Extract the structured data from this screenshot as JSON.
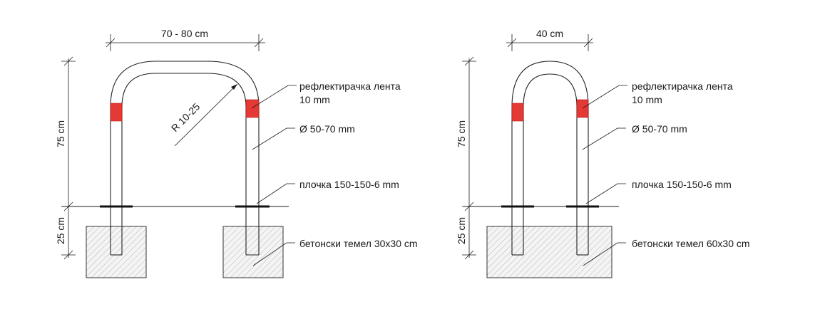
{
  "diagram": {
    "left": {
      "width_dim": "70 - 80 cm",
      "height_dim": "75 cm",
      "depth_dim": "25 cm",
      "radius_label": "R 10-25",
      "tape_label_line1": "рефлектирачка лента",
      "tape_label_line2": "10 mm",
      "diameter_label": "Ø 50-70 mm",
      "plate_label": "плочка 150-150-6 mm",
      "foundation_label": "бетонски темел 30x30 cm"
    },
    "right": {
      "width_dim": "40 cm",
      "height_dim": "75 cm",
      "depth_dim": "25 cm",
      "tape_label_line1": "рефлектирачка лента",
      "tape_label_line2": "10 mm",
      "diameter_label": "Ø 50-70 mm",
      "plate_label": "плочка 150-150-6 mm",
      "foundation_label": "бетонски темел 60x30 cm"
    },
    "colors": {
      "reflective_tape": "#e53935",
      "line": "#1a1a1a",
      "concrete_hatch": "#9e9e9e"
    }
  }
}
